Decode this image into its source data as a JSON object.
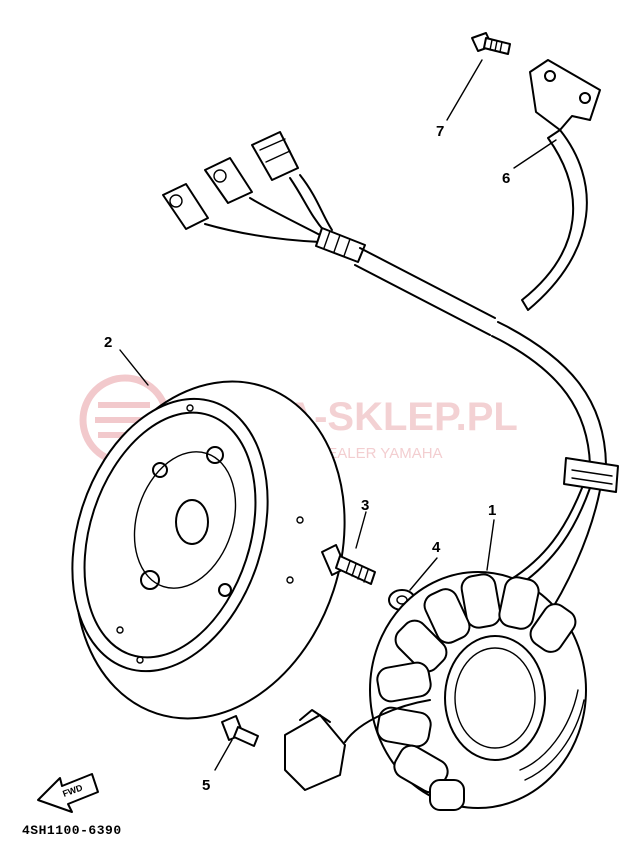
{
  "diagram": {
    "drawing_code": "4SH1100-6390",
    "fwd_arrow_text": "FWD",
    "callouts": [
      {
        "id": "callout-1",
        "number": "1",
        "part": "stator"
      },
      {
        "id": "callout-2",
        "number": "2",
        "part": "rotor"
      },
      {
        "id": "callout-3",
        "number": "3",
        "part": "rotor-bolt"
      },
      {
        "id": "callout-4",
        "number": "4",
        "part": "washer"
      },
      {
        "id": "callout-5",
        "number": "5",
        "part": "pickup-screw"
      },
      {
        "id": "callout-6",
        "number": "6",
        "part": "wire-clamp-bracket"
      },
      {
        "id": "callout-7",
        "number": "7",
        "part": "bracket-bolt"
      }
    ]
  },
  "watermark": {
    "main_text": "YAMA-SKLEP.PL",
    "sub_text": "ZDUNKIEWICZ | DEALER YAMAHA",
    "color": "#f2c9cc"
  }
}
